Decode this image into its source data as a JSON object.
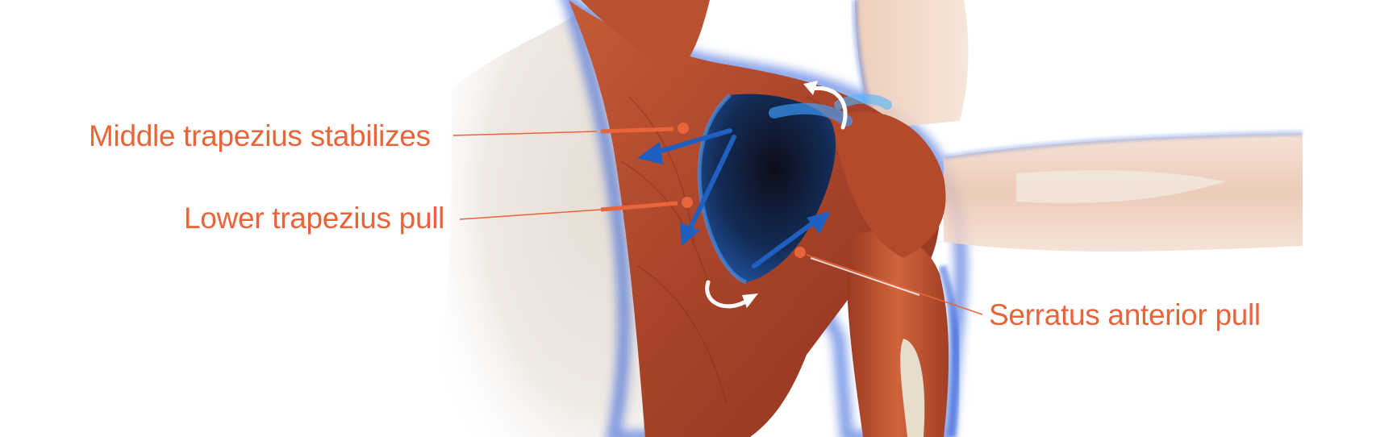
{
  "labels": {
    "middle_trapezius": "Middle trapezius stabilizes",
    "lower_trapezius": "Lower trapezius pull",
    "serratus_anterior": "Serratus anterior pull"
  },
  "colors": {
    "label_text": "#e8643a",
    "callout_line": "#e8643a",
    "force_arrow": "#1f5fbf",
    "rotation_arrow": "#ffffff",
    "muscle": "#b8452a",
    "scapula": "#0a2a55",
    "body_outline_glow": "#1f4fd6",
    "skin": "#ece6df",
    "background": "#ffffff"
  },
  "icons": {
    "force_arrows": "straight-arrow",
    "rotation_arrows": "curved-arrow"
  }
}
